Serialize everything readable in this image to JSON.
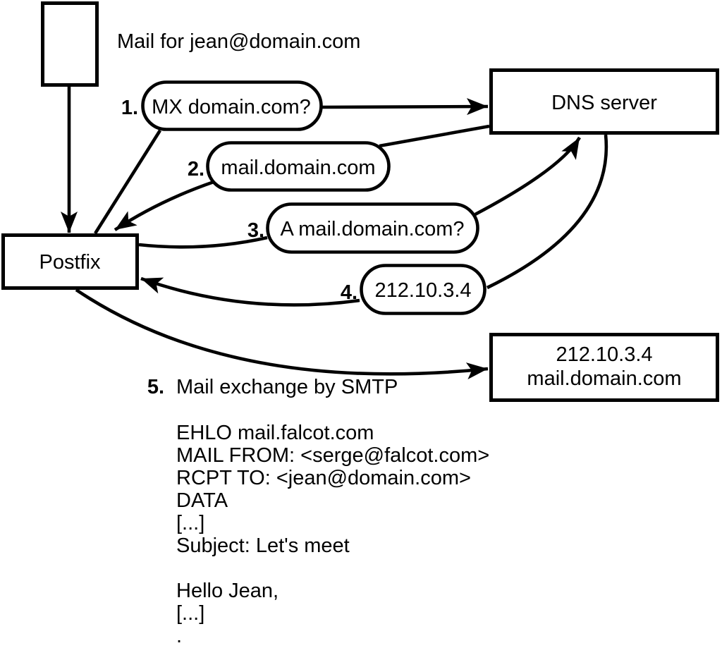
{
  "diagram": {
    "background": "#ffffff",
    "stroke_color": "#000000",
    "title": "Mail for jean@domain.com",
    "nodes": {
      "postfix": "Postfix",
      "dns_server": "DNS server",
      "mail_server_line1": "212.10.3.4",
      "mail_server_line2": "mail.domain.com"
    },
    "steps": [
      {
        "num": "1.",
        "label": "MX domain.com?"
      },
      {
        "num": "2.",
        "label": "mail.domain.com"
      },
      {
        "num": "3.",
        "label": "A mail.domain.com?"
      },
      {
        "num": "4.",
        "label": "212.10.3.4"
      },
      {
        "num": "5.",
        "label": "Mail exchange by SMTP"
      }
    ],
    "smtp_session": [
      "EHLO mail.falcot.com",
      "MAIL FROM: <serge@falcot.com>",
      "RCPT TO: <jean@domain.com>",
      "DATA",
      "[...]",
      "Subject: Let's meet",
      "Hello Jean,",
      "[...]",
      "."
    ]
  }
}
